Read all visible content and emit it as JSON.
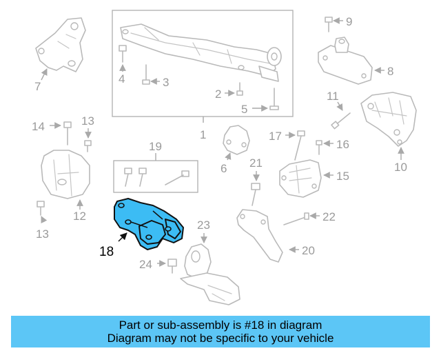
{
  "diagram": {
    "highlight_color": "#3cbcf4",
    "part_outline_color": "#b9b9b9",
    "callouts": {
      "c1": "1",
      "c2": "2",
      "c3": "3",
      "c4": "4",
      "c5": "5",
      "c6": "6",
      "c7": "7",
      "c8": "8",
      "c9": "9",
      "c10": "10",
      "c11": "11",
      "c12": "12",
      "c13a": "13",
      "c13b": "13",
      "c14": "14",
      "c15": "15",
      "c16": "16",
      "c17": "17",
      "c18": "18",
      "c19": "19",
      "c20": "20",
      "c21": "21",
      "c22": "22",
      "c23": "23",
      "c24": "24"
    },
    "highlighted_part": "18"
  },
  "banner": {
    "line1": "Part or sub-assembly is #18 in diagram",
    "line2": "Diagram may not be specific to your vehicle",
    "background": "#5cc6f6"
  }
}
